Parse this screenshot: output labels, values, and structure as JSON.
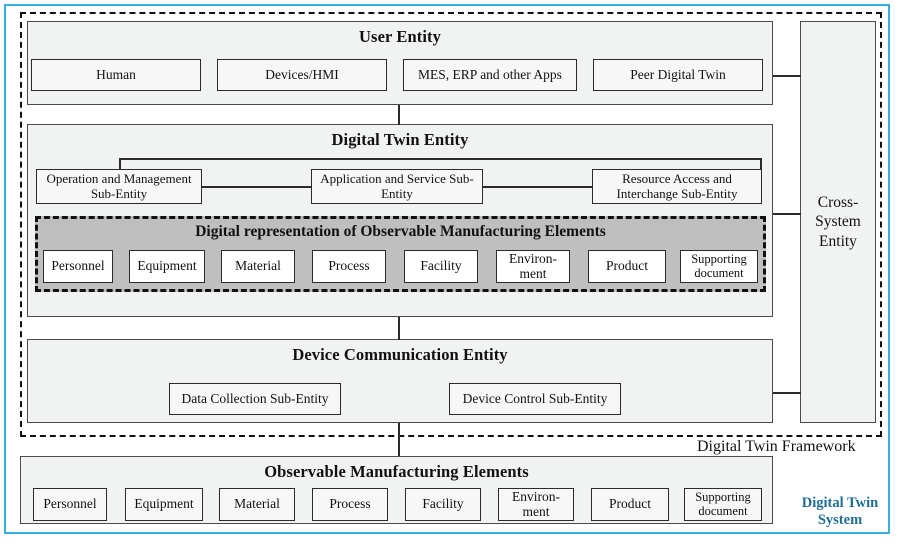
{
  "diagram": {
    "system_label": "Digital Twin System",
    "framework_label": "Digital Twin Framework",
    "accent_color": "#1f6e96",
    "frame_color": "#36aee0",
    "gray_fill": "#bfbfbf",
    "panel_fill": "#f1f2f2"
  },
  "user_entity": {
    "title": "User Entity",
    "items": [
      "Human",
      "Devices/HMI",
      "MES, ERP and other Apps",
      "Peer Digital Twin"
    ]
  },
  "digital_twin_entity": {
    "title": "Digital Twin Entity",
    "sub_entities": [
      "Operation and Management Sub-Entity",
      "Application and Service Sub-Entity",
      "Resource Access and Interchange Sub-Entity"
    ],
    "representation": {
      "title": "Digital representation of Observable Manufacturing Elements",
      "elements": [
        "Personnel",
        "Equipment",
        "Material",
        "Process",
        "Facility",
        "Environ- ment",
        "Product",
        "Supporting document"
      ]
    }
  },
  "device_communication_entity": {
    "title": "Device Communication Entity",
    "sub_entities": [
      "Data Collection Sub-Entity",
      "Device Control Sub-Entity"
    ]
  },
  "cross_system_entity": {
    "title": "Cross- System Entity"
  },
  "observable_manufacturing_elements": {
    "title": "Observable Manufacturing Elements",
    "elements": [
      "Personnel",
      "Equipment",
      "Material",
      "Process",
      "Facility",
      "Environ- ment",
      "Product",
      "Supporting document"
    ]
  }
}
